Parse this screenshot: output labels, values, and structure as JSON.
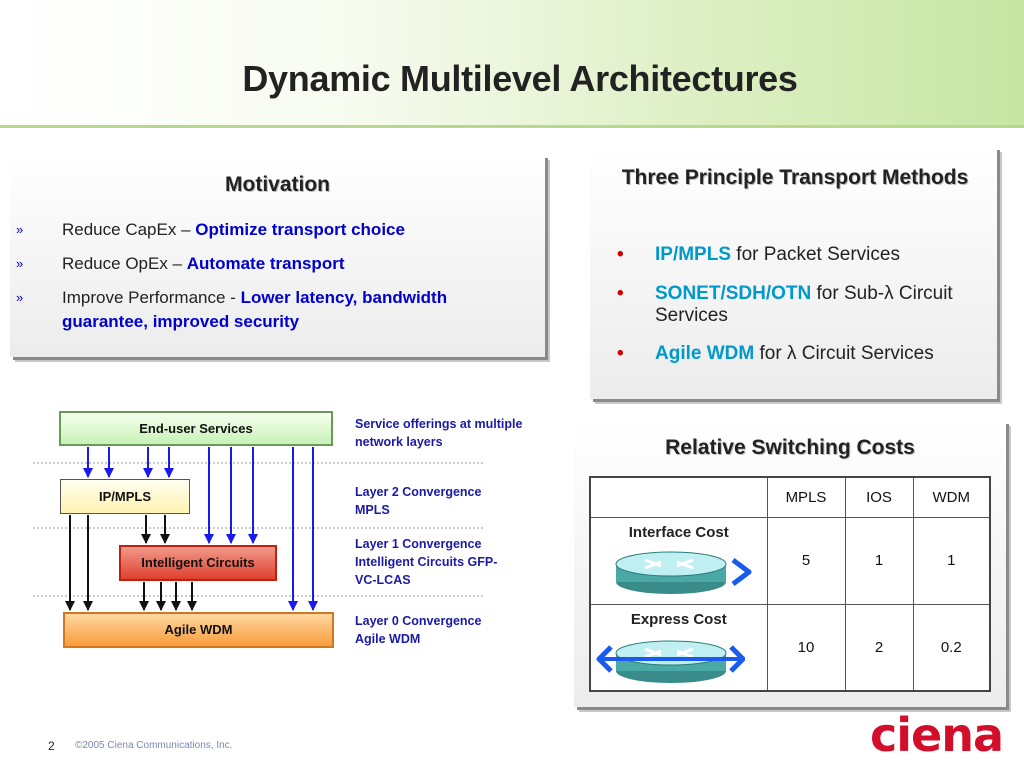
{
  "slide": {
    "title": "Dynamic Multilevel Architectures",
    "page_number": "2",
    "copyright": "©2005 Ciena Communications, Inc.",
    "logo_text": "ciena",
    "brand_color": "#d20e2b"
  },
  "motivation": {
    "title": "Motivation",
    "bullet_glyph": "»",
    "items": [
      {
        "plain": "Reduce CapEx – ",
        "highlight": "Optimize transport choice"
      },
      {
        "plain": "Reduce OpEx – ",
        "highlight": "Automate transport"
      },
      {
        "plain": "Improve Performance -  ",
        "highlight": "Lower latency, bandwidth guarantee, improved security"
      }
    ]
  },
  "methods": {
    "title": "Three Principle Transport Methods",
    "bullet_glyph": "•",
    "items": [
      {
        "highlight": "IP/MPLS",
        "plain": " for Packet Services"
      },
      {
        "highlight": "SONET/SDH/OTN",
        "plain": " for Sub-λ Circuit Services"
      },
      {
        "highlight": "Agile WDM",
        "plain": " for λ Circuit Services"
      }
    ]
  },
  "diagram": {
    "layers": {
      "end_user": "End-user Services",
      "ip_mpls": "IP/MPLS",
      "intelligent_circuits": "Intelligent Circuits",
      "agile_wdm": "Agile WDM"
    },
    "notes": {
      "service": "Service offerings at multiple network layers",
      "layer2": "Layer 2 Convergence MPLS",
      "layer1": "Layer 1 Convergence Intelligent Circuits GFP-VC-LCAS",
      "layer0": "Layer 0 Convergence Agile WDM"
    }
  },
  "costs": {
    "title": "Relative Switching Costs",
    "columns": [
      "MPLS",
      "IOS",
      "WDM"
    ],
    "rows": [
      {
        "label": "Interface Cost",
        "values": [
          "5",
          "1",
          "1"
        ]
      },
      {
        "label": "Express Cost",
        "values": [
          "10",
          "2",
          "0.2"
        ]
      }
    ]
  }
}
